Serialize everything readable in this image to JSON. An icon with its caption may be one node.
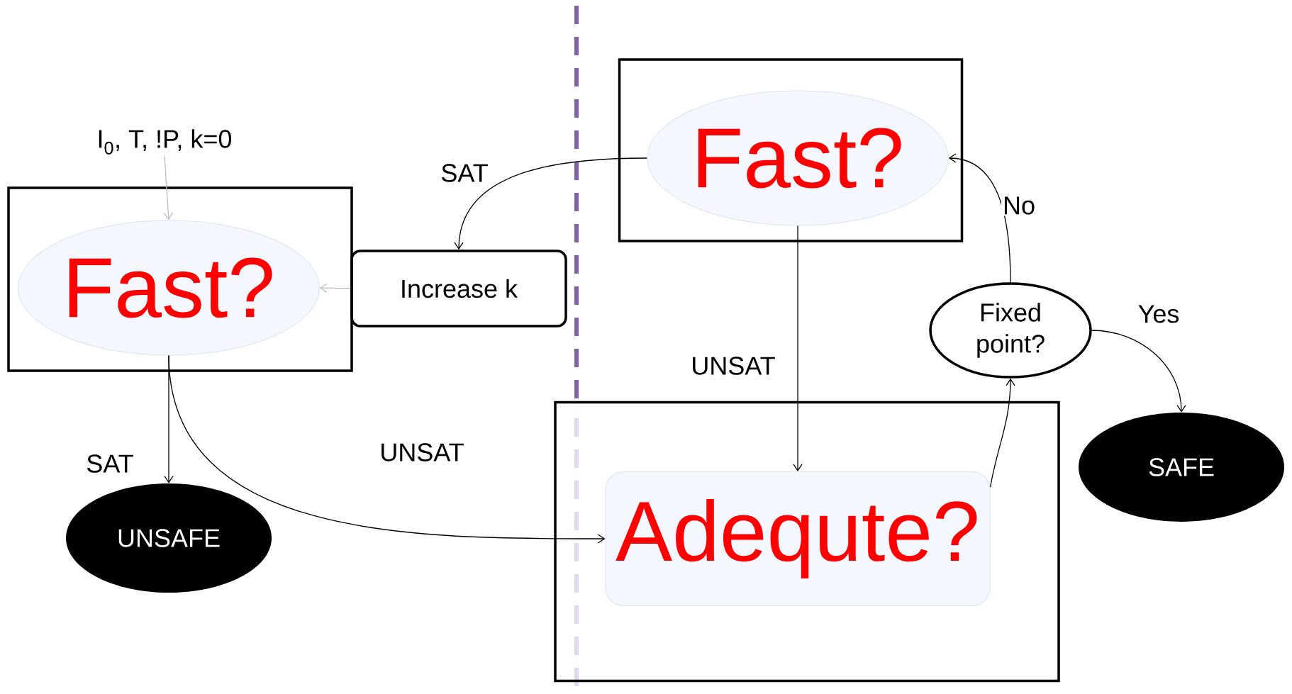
{
  "diagram": {
    "nodes": [
      {
        "text": [
          "I$_{0}$, T, !P, k=0"
        ]
      },
      {
        "text": [],
        "shape": "box"
      },
      {
        "text": [
          "Fast?"
        ],
        "in": 1
      },
      {
        "text": [
          "Increase k"
        ]
      },
      {
        "text": [],
        "shape": "box"
      },
      {
        "text": [
          "Fast?"
        ],
        "in": 4
      },
      {
        "text": [
          "Fixed point?"
        ]
      },
      {
        "text": [
          "SAFE"
        ]
      },
      {
        "text": [
          "UNSAFE"
        ]
      },
      {
        "text": [],
        "shape": "box"
      },
      {
        "text": [
          "Adequte?"
        ],
        "in": 9
      }
    ],
    "edges": [
      {
        "from": 0,
        "to": 2,
        "arrow": "to",
        "color": "#bfbfbf"
      },
      {
        "from": 5,
        "to": 3,
        "arrow": "to",
        "label": "SAT"
      },
      {
        "from": 3,
        "to": 2,
        "arrow": "to",
        "color": "#bfbfbf"
      },
      {
        "from": 2,
        "to": 8,
        "arrow": "to",
        "label": "SAT"
      },
      {
        "from": 2,
        "to": 10,
        "arrow": "to",
        "label": "UNSAT"
      },
      {
        "from": 5,
        "to": 10,
        "arrow": "to",
        "label": "UNSAT"
      },
      {
        "from": 10,
        "to": 6,
        "arrow": "to"
      },
      {
        "from": 6,
        "to": 5,
        "arrow": "to",
        "label": "No"
      },
      {
        "from": 6,
        "to": 7,
        "arrow": "to",
        "label": "Yes"
      }
    ]
  }
}
